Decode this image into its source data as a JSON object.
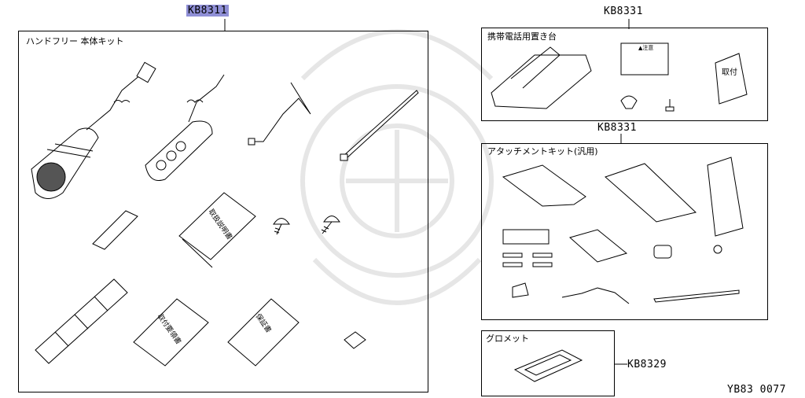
{
  "callouts": {
    "main_top": "KB8311",
    "holder": "KB8331",
    "attach": "KB8331",
    "grommet": "KB8329"
  },
  "boxes": {
    "main_title": "ハンドフリー 本体キット",
    "holder_title": "携帯電話用置き台",
    "attach_title": "アタッチメントキット(汎用)",
    "grommet_title": "グロメット"
  },
  "labels": {
    "caution": "▲注意",
    "toritsuke": "取付",
    "manual": "取扱説明書",
    "install_manual": "取付要領書",
    "warranty": "保証書"
  },
  "diagram_code": "YB83 0077"
}
